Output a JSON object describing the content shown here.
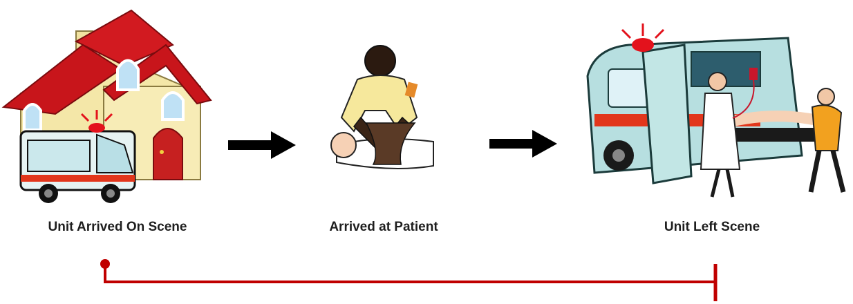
{
  "steps": [
    {
      "label": "Unit Arrived On Scene",
      "icon": "house-with-ambulance-icon"
    },
    {
      "label": "Arrived at Patient",
      "icon": "paramedic-cpr-icon"
    },
    {
      "label": "Unit Left Scene",
      "icon": "ambulance-loading-patient-icon"
    }
  ],
  "colors": {
    "arrow": "#000000",
    "timeline": "#c00000",
    "roof": "#c8151b",
    "house_wall": "#f4e7a8",
    "ambulance_body": "#d7ecec",
    "ambulance_stripe": "#e2361b",
    "label_text": "#1e1e1e"
  },
  "timeline": {
    "start_marker": "dot",
    "end_marker": "bar"
  }
}
